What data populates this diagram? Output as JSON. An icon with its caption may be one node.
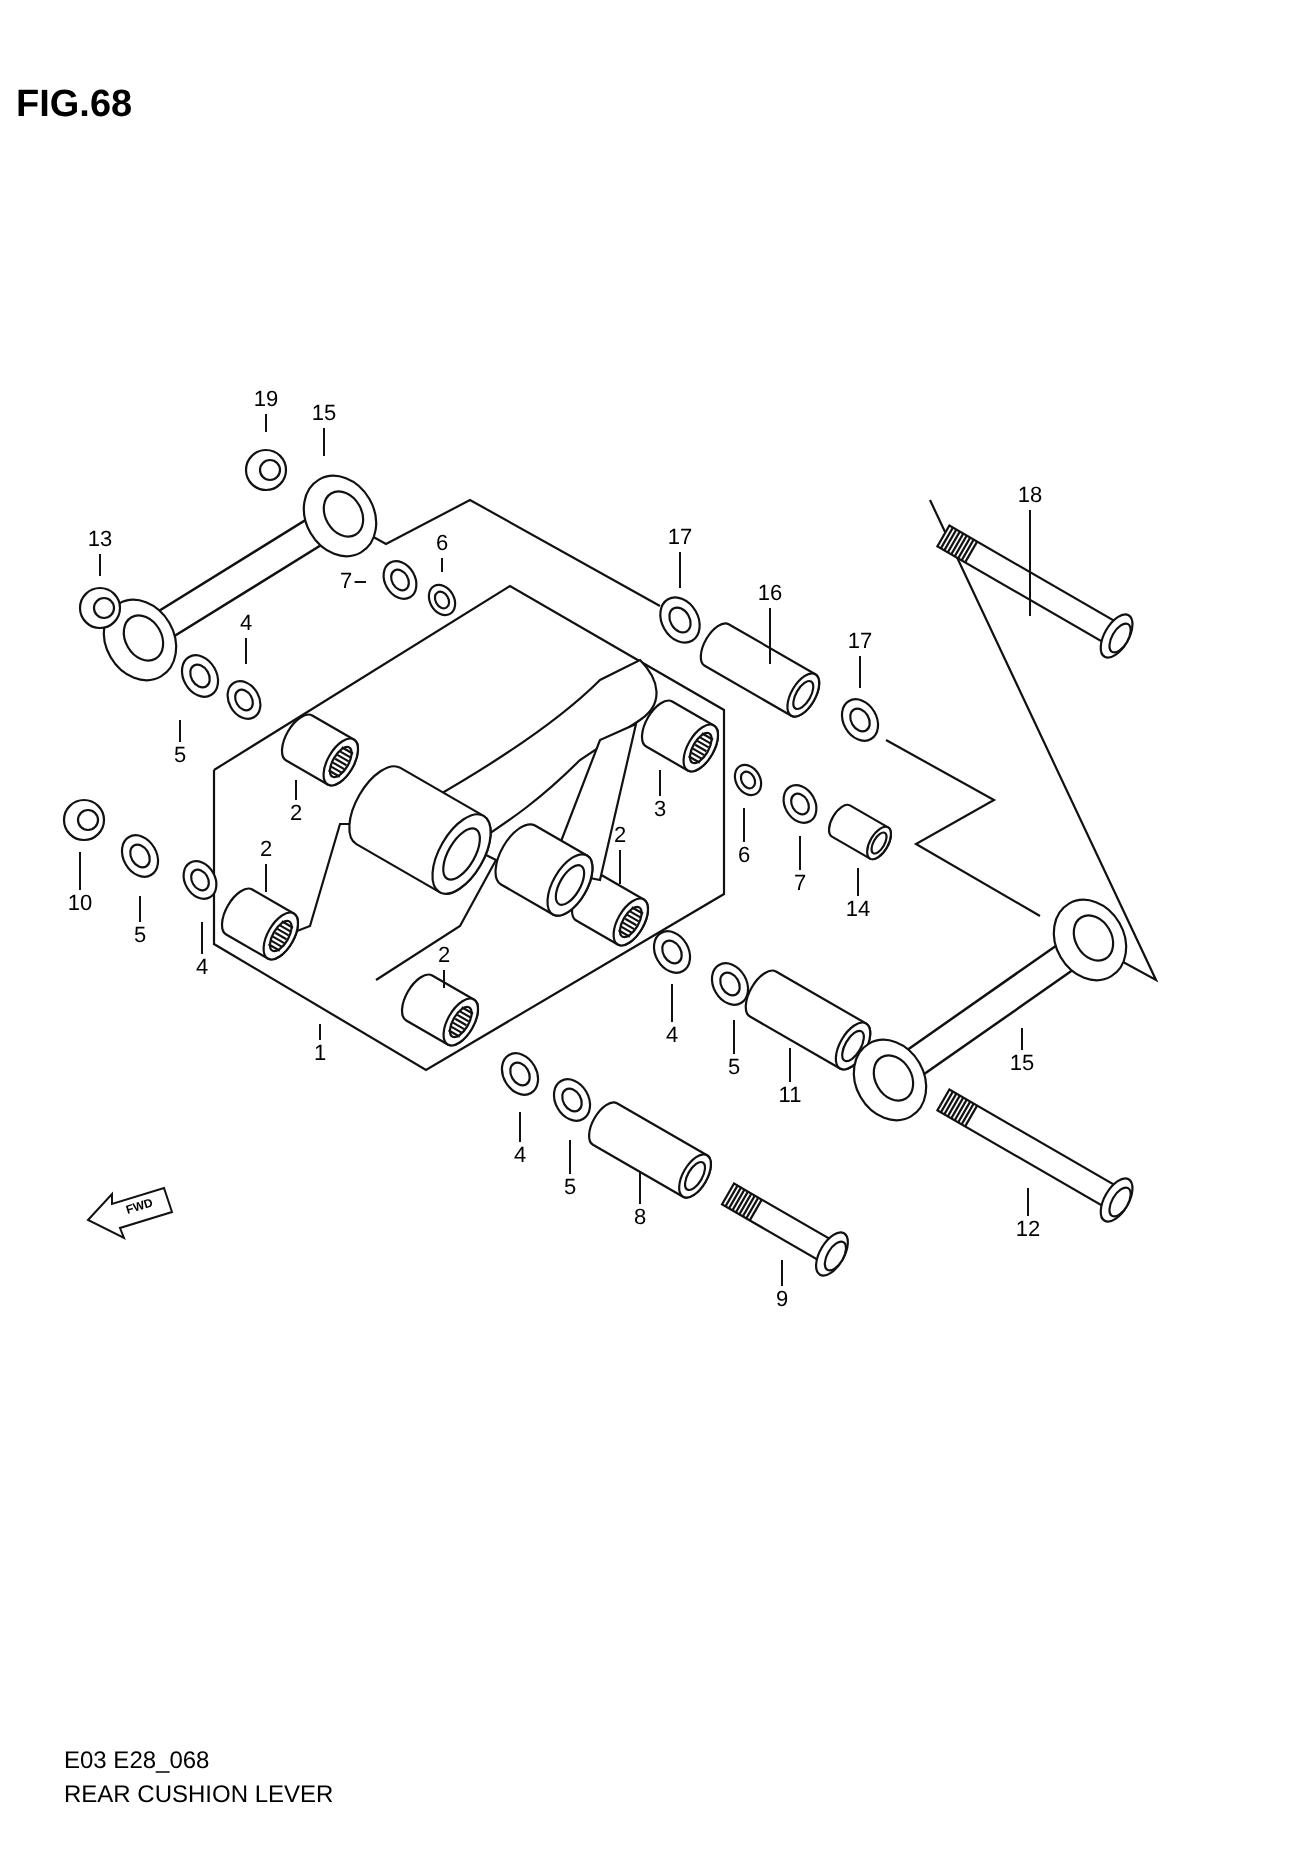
{
  "diagram": {
    "title": "FIG.68",
    "nodes": [
      {
        "text": [
          "19"
        ]
      },
      {
        "text": [
          "15"
        ]
      },
      {
        "text": [
          "13"
        ]
      },
      {
        "text": [
          "6"
        ]
      },
      {
        "text": [
          "7"
        ]
      },
      {
        "text": [
          "17"
        ]
      },
      {
        "text": [
          "18"
        ]
      },
      {
        "text": [
          "4"
        ]
      },
      {
        "text": [
          "16"
        ]
      },
      {
        "text": [
          "17"
        ]
      },
      {
        "text": [
          "5"
        ]
      },
      {
        "text": [
          "2"
        ]
      },
      {
        "text": [
          "3"
        ]
      },
      {
        "text": [
          "2"
        ]
      },
      {
        "text": [
          "2"
        ]
      },
      {
        "text": [
          "6"
        ]
      },
      {
        "text": [
          "7"
        ]
      },
      {
        "text": [
          "14"
        ]
      },
      {
        "text": [
          "10"
        ]
      },
      {
        "text": [
          "5"
        ]
      },
      {
        "text": [
          "2"
        ]
      },
      {
        "text": [
          "4"
        ]
      },
      {
        "text": [
          "1"
        ]
      },
      {
        "text": [
          "4"
        ]
      },
      {
        "text": [
          "5"
        ]
      },
      {
        "text": [
          "15"
        ]
      },
      {
        "text": [
          "11"
        ]
      },
      {
        "text": [
          "4"
        ]
      },
      {
        "text": [
          "5"
        ]
      },
      {
        "text": [
          "8"
        ]
      },
      {
        "text": [
          "12"
        ]
      },
      {
        "text": [
          "9"
        ]
      }
    ],
    "edges": [
      {
        "from": 0,
        "to": null,
        "arrow": "none"
      },
      {
        "from": 1,
        "to": null,
        "arrow": "none"
      },
      {
        "from": 2,
        "to": null,
        "arrow": "none"
      },
      {
        "from": 3,
        "to": null,
        "arrow": "none"
      },
      {
        "from": 4,
        "to": null,
        "arrow": "none"
      },
      {
        "from": 5,
        "to": null,
        "arrow": "none"
      },
      {
        "from": 6,
        "to": null,
        "arrow": "none"
      },
      {
        "from": 7,
        "to": null,
        "arrow": "none"
      },
      {
        "from": 8,
        "to": null,
        "arrow": "none"
      },
      {
        "from": 9,
        "to": null,
        "arrow": "none"
      },
      {
        "from": 10,
        "to": null,
        "arrow": "none"
      },
      {
        "from": 11,
        "to": null,
        "arrow": "none"
      },
      {
        "from": 12,
        "to": null,
        "arrow": "none"
      },
      {
        "from": 13,
        "to": null,
        "arrow": "none"
      },
      {
        "from": 14,
        "to": null,
        "arrow": "none"
      },
      {
        "from": 15,
        "to": null,
        "arrow": "none"
      },
      {
        "from": 16,
        "to": null,
        "arrow": "none"
      },
      {
        "from": 17,
        "to": null,
        "arrow": "none"
      },
      {
        "from": 18,
        "to": null,
        "arrow": "none"
      },
      {
        "from": 19,
        "to": null,
        "arrow": "none"
      },
      {
        "from": 20,
        "to": null,
        "arrow": "none"
      },
      {
        "from": 21,
        "to": null,
        "arrow": "none"
      },
      {
        "from": 22,
        "to": null,
        "arrow": "none"
      },
      {
        "from": 23,
        "to": null,
        "arrow": "none"
      },
      {
        "from": 24,
        "to": null,
        "arrow": "none"
      },
      {
        "from": 25,
        "to": null,
        "arrow": "none"
      },
      {
        "from": 26,
        "to": null,
        "arrow": "none"
      },
      {
        "from": 27,
        "to": null,
        "arrow": "none"
      },
      {
        "from": 28,
        "to": null,
        "arrow": "none"
      },
      {
        "from": 29,
        "to": null,
        "arrow": "none"
      },
      {
        "from": 30,
        "to": null,
        "arrow": "none"
      },
      {
        "from": 31,
        "to": null,
        "arrow": "none"
      }
    ],
    "labels": [
      "FWD",
      "E03 E28_068",
      "REAR CUSHION LEVER"
    ]
  }
}
